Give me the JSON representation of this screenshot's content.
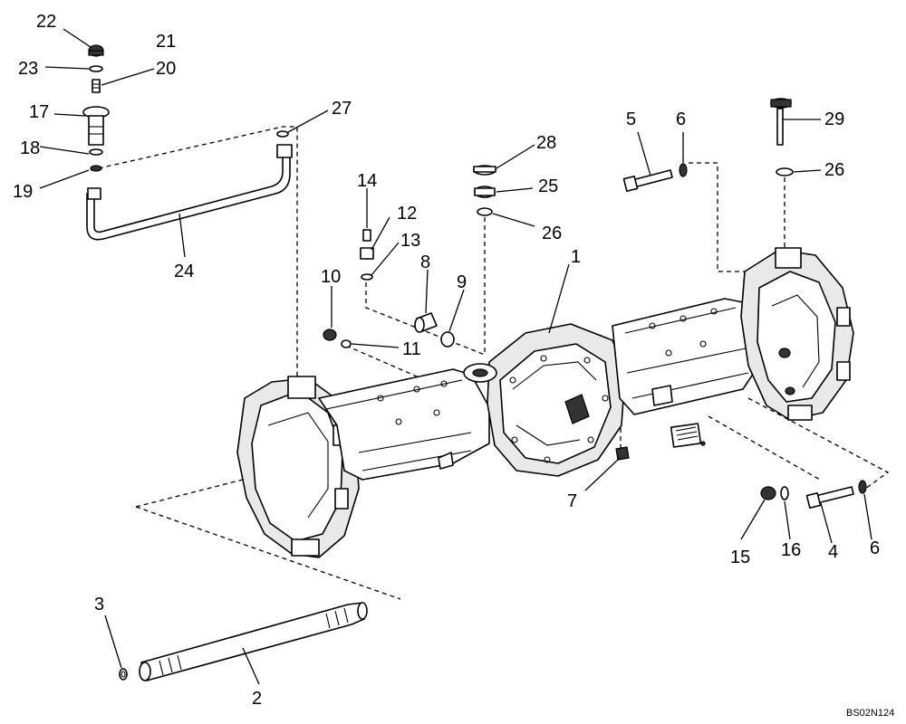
{
  "drawing_code": "BS02N124",
  "callouts": {
    "c1": "1",
    "c2": "2",
    "c3": "3",
    "c4": "4",
    "c5": "5",
    "c6a": "6",
    "c6b": "6",
    "c7": "7",
    "c8": "8",
    "c9": "9",
    "c10": "10",
    "c11": "11",
    "c12": "12",
    "c13": "13",
    "c14": "14",
    "c15": "15",
    "c16": "16",
    "c17": "17",
    "c18": "18",
    "c19": "19",
    "c20": "20",
    "c21": "21",
    "c22": "22",
    "c23": "23",
    "c24": "24",
    "c25": "25",
    "c26a": "26",
    "c26b": "26",
    "c27": "27",
    "c28": "28",
    "c29": "29"
  }
}
